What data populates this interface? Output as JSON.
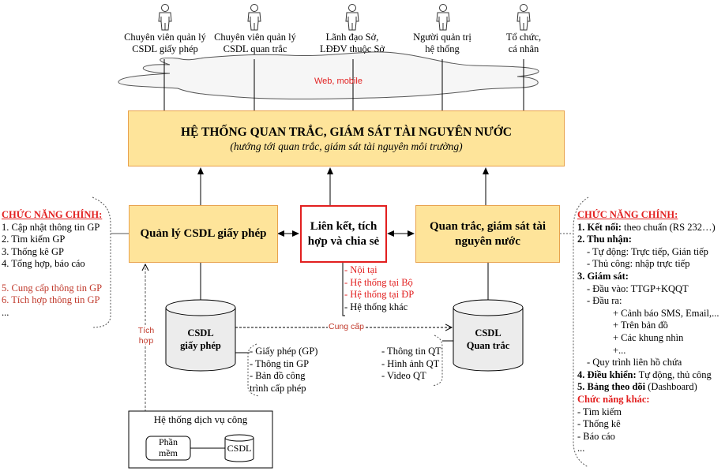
{
  "actors": [
    {
      "id": "chuyen-vien-gp",
      "label_line1": "Chuyên viên quản lý",
      "label_line2": "CSDL giấy phép",
      "icon": "person-icon"
    },
    {
      "id": "chuyen-vien-qt",
      "label_line1": "Chuyên viên quản lý",
      "label_line2": "CSDL quan trắc",
      "icon": "person-icon"
    },
    {
      "id": "lanh-dao",
      "label_line1": "Lãnh đạo Sở,",
      "label_line2": "LĐĐV thuộc Sở",
      "icon": "person-icon"
    },
    {
      "id": "quan-tri",
      "label_line1": "Người quản trị",
      "label_line2": "hệ thống",
      "icon": "person-icon"
    },
    {
      "id": "to-chuc",
      "label_line1": "Tổ chức,",
      "label_line2": "cá nhân",
      "icon": "person-icon"
    }
  ],
  "cloud": {
    "label": "Web, mobile",
    "icon": "cloud-shape"
  },
  "main_system": {
    "title": "HỆ THỐNG QUAN TRẮC, GIÁM SÁT TÀI NGUYÊN NƯỚC",
    "subtitle": "(hướng tới quan trắc, giám sát tài nguyên môi trường)"
  },
  "modules": {
    "license": {
      "title": "Quản lý CSDL giấy phép"
    },
    "integration": {
      "line1": "Liên kết, tích",
      "line2": "hợp và chia sẻ"
    },
    "monitoring": {
      "line1": "Quan trắc, giám sát tài",
      "line2": "nguyên nước"
    }
  },
  "integration_targets": [
    {
      "text": "- Nội tại",
      "color": "red"
    },
    {
      "text": "- Hệ thống tại Bộ",
      "color": "red"
    },
    {
      "text": "- Hệ thống tại ĐP",
      "color": "red"
    },
    {
      "text": "- Hệ thống khác",
      "color": "black"
    }
  ],
  "left_panel": {
    "header": "CHỨC NĂNG CHÍNH:",
    "items": [
      {
        "text": "1. Cập nhật thông tin GP",
        "color": "black"
      },
      {
        "text": "2. Tìm kiếm GP",
        "color": "black"
      },
      {
        "text": "3. Thống kê GP",
        "color": "black"
      },
      {
        "text": "4. Tổng hợp, báo cáo",
        "color": "black"
      },
      {
        "text": "5. Cung cấp thông tin GP",
        "color": "darkred"
      },
      {
        "text": "6. Tích hợp thông tin GP",
        "color": "darkred"
      },
      {
        "text": "...",
        "color": "black"
      }
    ]
  },
  "right_panel": {
    "header": "CHỨC NĂNG CHÍNH:",
    "items": [
      {
        "bold": "1. Kết nối:",
        "rest": " theo chuẩn (RS 232…)"
      },
      {
        "bold": "2. Thu nhận:",
        "rest": ""
      },
      {
        "bold": "",
        "rest": "- Tự động: Trực tiếp, Gián tiếp",
        "indent": 1
      },
      {
        "bold": "",
        "rest": "- Thủ công: nhập trực tiếp",
        "indent": 1
      },
      {
        "bold": "3. Giám sát:",
        "rest": ""
      },
      {
        "bold": "",
        "rest": "- Đầu vào: TTGP+KQQT",
        "indent": 1
      },
      {
        "bold": "",
        "rest": "- Đầu ra:",
        "indent": 1
      },
      {
        "bold": "",
        "rest": "+ Cảnh báo SMS, Email,...",
        "indent": 2
      },
      {
        "bold": "",
        "rest": "+ Trên bản đồ",
        "indent": 2
      },
      {
        "bold": "",
        "rest": "+ Các khung nhìn",
        "indent": 2
      },
      {
        "bold": "",
        "rest": "+...",
        "indent": 2
      },
      {
        "bold": "",
        "rest": "- Quy trình liên hồ chứa",
        "indent": 1
      },
      {
        "bold": "4. Điều khiển:",
        "rest": " Tự động, thủ công"
      },
      {
        "bold": "5. Bảng theo dõi",
        "rest": " (Dashboard)"
      }
    ],
    "other_header": "Chức năng khác:",
    "other_items": [
      "- Tìm kiếm",
      "- Thống kê",
      "- Báo cáo",
      "..."
    ]
  },
  "databases": {
    "license": {
      "line1": "CSDL",
      "line2": "giấy phép",
      "contents": [
        "- Giấy phép (GP)",
        "- Thông tin GP",
        "- Bản đồ công",
        "trình cấp phép"
      ]
    },
    "monitoring": {
      "line1": "CSDL",
      "line2": "Quan trắc",
      "contents": [
        "- Thông tin QT",
        "- Hình ảnh QT",
        "- Video QT"
      ]
    }
  },
  "edge_labels": {
    "supply": "Cung cấp",
    "integrate_line1": "Tích",
    "integrate_line2": "hợp"
  },
  "public_service": {
    "title": "Hệ thống dịch vụ công",
    "software_line1": "Phần",
    "software_line2": "mềm",
    "db": "CSDL"
  },
  "colors": {
    "module_fill": "#fee49a",
    "module_border": "#e8a24d",
    "highlight_red": "#e21f1f",
    "label_red": "#c0392b",
    "cloud_fill": "#f6f6f6"
  }
}
